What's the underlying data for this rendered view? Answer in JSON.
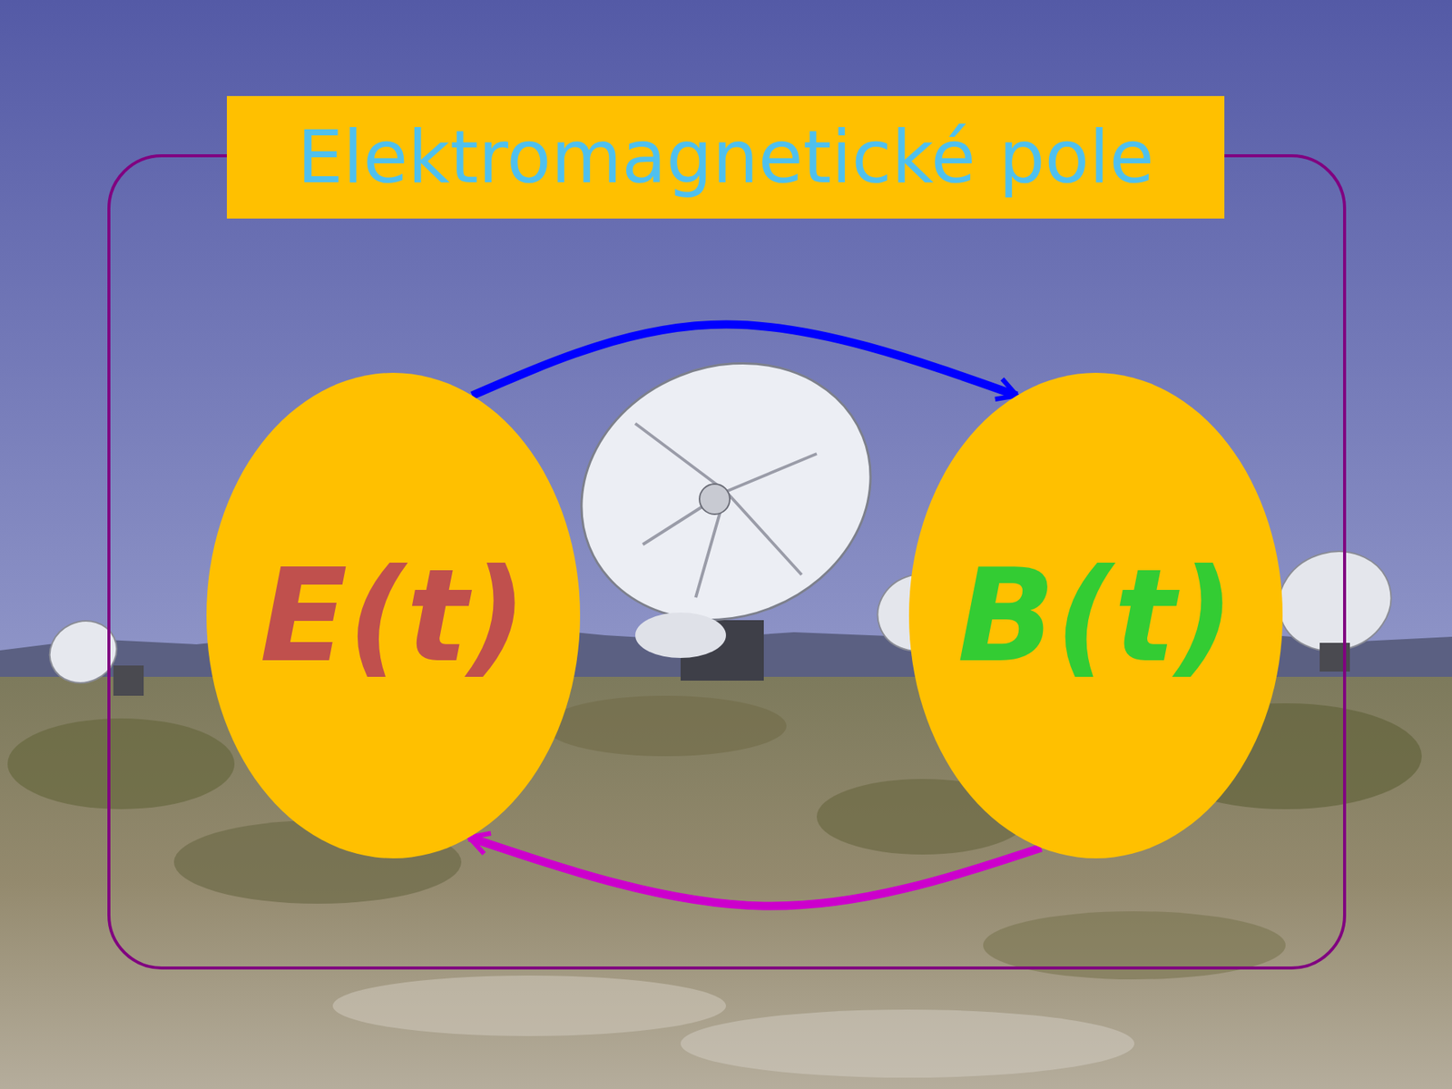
{
  "diagram": {
    "title": "Elektromagnetické pole",
    "nodes": [
      {
        "text": [
          "E(t)"
        ]
      },
      {
        "text": [
          "B(t)"
        ]
      }
    ],
    "edges": [
      {
        "from": 0,
        "to": 1,
        "arrow": "to"
      },
      {
        "from": 1,
        "to": 0,
        "arrow": "to"
      }
    ]
  }
}
